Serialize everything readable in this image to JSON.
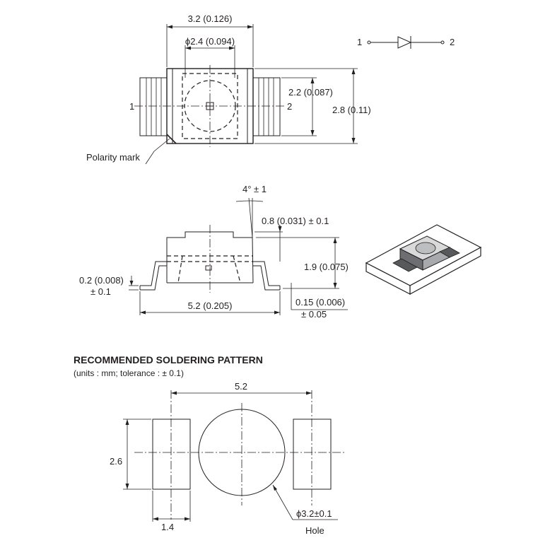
{
  "top_view": {
    "dim_width": "3.2 (0.126)",
    "dim_lens_dia": "ϕ2.4 (0.094)",
    "dim_body_height": "2.2 (0.087)",
    "dim_total_height": "2.8 (0.11)",
    "pin_left": "1",
    "pin_right": "2",
    "polarity_label": "Polarity mark"
  },
  "symbol": {
    "pin_left": "1",
    "pin_right": "2"
  },
  "side_view": {
    "dim_angle": "4° ± 1",
    "dim_top": "0.8 (0.031) ± 0.1",
    "dim_height": "1.9 (0.075)",
    "dim_lead_thick_1": "0.2 (0.008)",
    "dim_lead_thick_2": "± 0.1",
    "dim_length": "5.2 (0.205)",
    "dim_standoff_1": "0.15 (0.006)",
    "dim_standoff_2": "± 0.05"
  },
  "pattern": {
    "title": "RECOMMENDED SOLDERING PATTERN",
    "subtitle": "(units : mm; tolerance : ± 0.1)",
    "dim_span": "5.2",
    "dim_pad_height": "2.6",
    "dim_pad_width": "1.4",
    "dim_hole": "ϕ3.2±0.1",
    "hole_label": "Hole"
  }
}
